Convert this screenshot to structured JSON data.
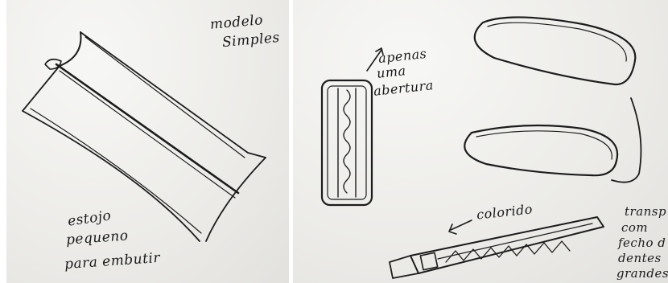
{
  "left_sketch": {
    "title_line1": "modelo",
    "title_line2": "Simples",
    "caption_line1": "estojo",
    "caption_line2": "pequeno",
    "caption_line3": "para embutir"
  },
  "right_sketch": {
    "note_line1": "apenas",
    "note_line2": "uma",
    "note_line3": "abertura",
    "colored_label": "colorido",
    "side_line1": "transp",
    "side_line2": "com",
    "side_line3": "fecho d",
    "side_line4": "dentes",
    "side_line5": "grandes"
  }
}
